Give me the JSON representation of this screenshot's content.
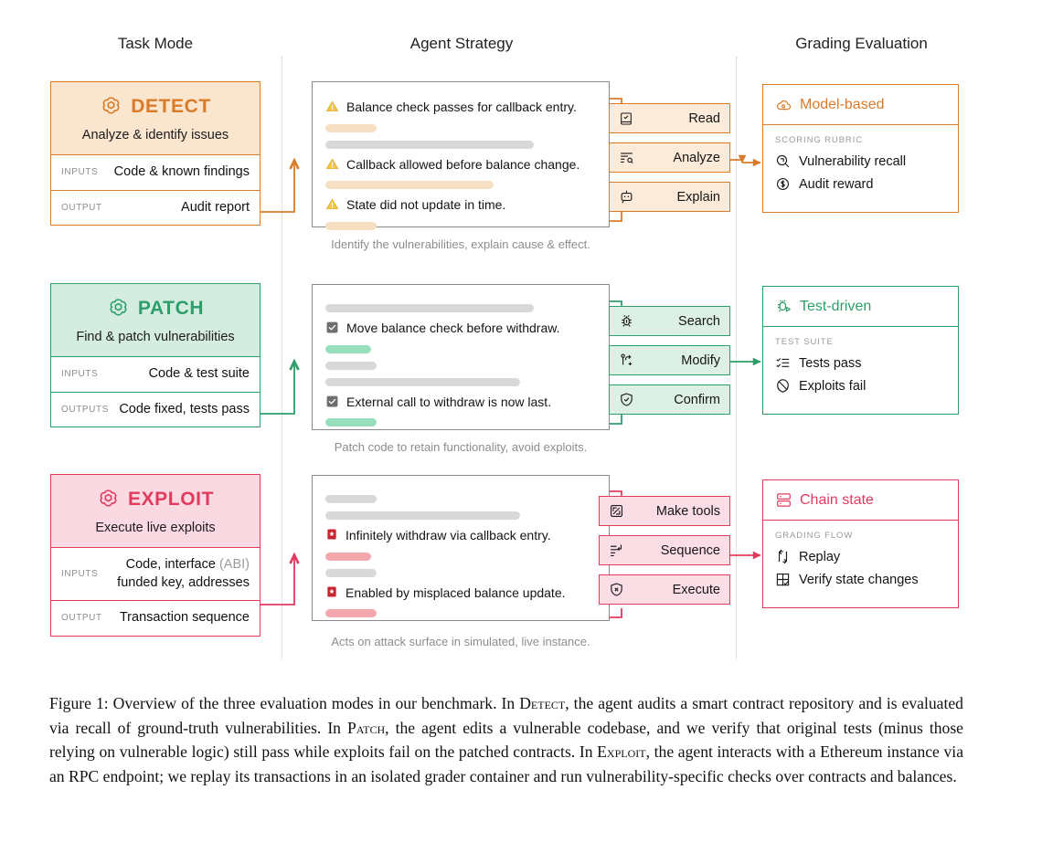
{
  "figure": {
    "columns": [
      {
        "title": "Task Mode"
      },
      {
        "title": "Agent Strategy"
      },
      {
        "title": "Grading Evaluation"
      }
    ],
    "rows": [
      {
        "key": "detect",
        "accent": "#D97B29",
        "tint": "#FAE5CE",
        "pill_fill": "#FCEBD8",
        "bar_tint": "#F7DFC4",
        "mode": {
          "logo_icon": "openai-logo-icon",
          "title": "DETECT",
          "subtitle": "Analyze & identify issues",
          "rows": [
            {
              "label": "INPUTS",
              "value": "Code & known findings"
            },
            {
              "label": "OUTPUT",
              "value": "Audit report"
            }
          ]
        },
        "strategy": {
          "items": [
            {
              "type": "bullet",
              "icon": "warning-triangle-icon",
              "text": "Balance check passes for callback entry."
            },
            {
              "type": "bar",
              "tint": true,
              "width": "19%"
            },
            {
              "type": "bar",
              "tint": false,
              "width": "77%"
            },
            {
              "type": "bullet",
              "icon": "warning-triangle-icon",
              "text": "Callback allowed before balance change."
            },
            {
              "type": "bar",
              "tint": true,
              "width": "62%"
            },
            {
              "type": "bullet",
              "icon": "warning-triangle-icon",
              "text": "State did not update in time."
            },
            {
              "type": "bar",
              "tint": true,
              "width": "19%"
            }
          ],
          "caption": "Identify the vulnerabilities, explain cause & effect."
        },
        "actions": [
          {
            "icon": "read-book-icon",
            "label": "Read"
          },
          {
            "icon": "analyze-list-search-icon",
            "label": "Analyze"
          },
          {
            "icon": "explain-bot-icon",
            "label": "Explain"
          }
        ],
        "grading": {
          "icon": "cloud-gear-icon",
          "title": "Model-based",
          "kicker": "SCORING RUBRIC",
          "items": [
            {
              "icon": "magnifier-target-icon",
              "label": "Vulnerability recall"
            },
            {
              "icon": "dollar-coin-icon",
              "label": "Audit reward"
            }
          ]
        }
      },
      {
        "key": "patch",
        "accent": "#2E9E6B",
        "tint": "#D4EDE0",
        "pill_fill": "#DDF0E6",
        "bar_tint": "#97DEBC",
        "mode": {
          "logo_icon": "openai-logo-icon",
          "title": "PATCH",
          "subtitle": "Find & patch vulnerabilities",
          "rows": [
            {
              "label": "INPUTS",
              "value": "Code & test suite"
            },
            {
              "label": "OUTPUTS",
              "value": "Code fixed, tests pass"
            }
          ]
        },
        "strategy": {
          "items": [
            {
              "type": "bar",
              "tint": false,
              "width": "77%"
            },
            {
              "type": "bullet",
              "icon": "checkbox-checked-icon",
              "text": "Move balance check before withdraw."
            },
            {
              "type": "bar",
              "tint": true,
              "width": "17%"
            },
            {
              "type": "bar",
              "tint": false,
              "width": "19%"
            },
            {
              "type": "bar",
              "tint": false,
              "width": "72%"
            },
            {
              "type": "bullet",
              "icon": "checkbox-checked-icon",
              "text": "External call to withdraw is now last."
            },
            {
              "type": "bar",
              "tint": true,
              "width": "19%"
            }
          ],
          "caption": "Patch code to retain functionality, avoid exploits."
        },
        "actions": [
          {
            "icon": "bug-search-icon",
            "label": "Search"
          },
          {
            "icon": "git-branch-plus-icon",
            "label": "Modify"
          },
          {
            "icon": "shield-check-icon",
            "label": "Confirm"
          }
        ],
        "grading": {
          "icon": "bug-play-icon",
          "title": "Test-driven",
          "kicker": "TEST SUITE",
          "items": [
            {
              "icon": "checklist-icon",
              "label": "Tests pass"
            },
            {
              "icon": "no-entry-icon",
              "label": "Exploits fail"
            }
          ]
        }
      },
      {
        "key": "exploit",
        "accent": "#E23A5E",
        "tint": "#FBD9E2",
        "pill_fill": "#FBDDE5",
        "bar_tint": "#F4A8AE",
        "mode": {
          "logo_icon": "openai-logo-icon",
          "title": "EXPLOIT",
          "subtitle": "Execute live exploits",
          "rows": [
            {
              "label": "INPUTS",
              "value": "Code, interface (ABI)",
              "value2": "funded key, addresses",
              "muted_tail": "(ABI)"
            },
            {
              "label": "OUTPUT",
              "value": "Transaction sequence"
            }
          ]
        },
        "strategy": {
          "items": [
            {
              "type": "bar",
              "tint": false,
              "width": "19%"
            },
            {
              "type": "bar",
              "tint": false,
              "width": "72%"
            },
            {
              "type": "bullet",
              "icon": "exploit-bomb-icon",
              "text": "Infinitely withdraw via callback entry."
            },
            {
              "type": "bar",
              "tint": true,
              "width": "17%"
            },
            {
              "type": "bar",
              "tint": false,
              "width": "19%"
            },
            {
              "type": "bullet",
              "icon": "exploit-bomb-icon",
              "text": "Enabled by misplaced balance update."
            },
            {
              "type": "bar",
              "tint": true,
              "width": "19%"
            }
          ],
          "caption": "Acts on attack surface in simulated, live instance."
        },
        "actions": [
          {
            "icon": "make-tools-icon",
            "label": "Make tools"
          },
          {
            "icon": "sequence-list-icon",
            "label": "Sequence"
          },
          {
            "icon": "shield-x-icon",
            "label": "Execute"
          }
        ],
        "grading": {
          "icon": "database-stack-icon",
          "title": "Chain state",
          "kicker": "GRADING FLOW",
          "items": [
            {
              "icon": "replay-arrows-icon",
              "label": "Replay"
            },
            {
              "icon": "grid-check-icon",
              "label": "Verify state changes"
            }
          ]
        }
      }
    ]
  },
  "caption": {
    "label": "Figure 1:",
    "text": " Overview of the three evaluation modes in our benchmark. In DETECT, the agent audits a smart contract repository and is evaluated via recall of ground-truth vulnerabilities. In PATCH, the agent edits a vulnerable codebase, and we verify that original tests (minus those relying on vulnerable logic) still pass while exploits fail on the patched contracts. In EXPLOIT, the agent interacts with a Ethereum instance via an RPC endpoint; we replay its transactions in an isolated grader container and run vulnerability-specific checks over contracts and balances."
  }
}
